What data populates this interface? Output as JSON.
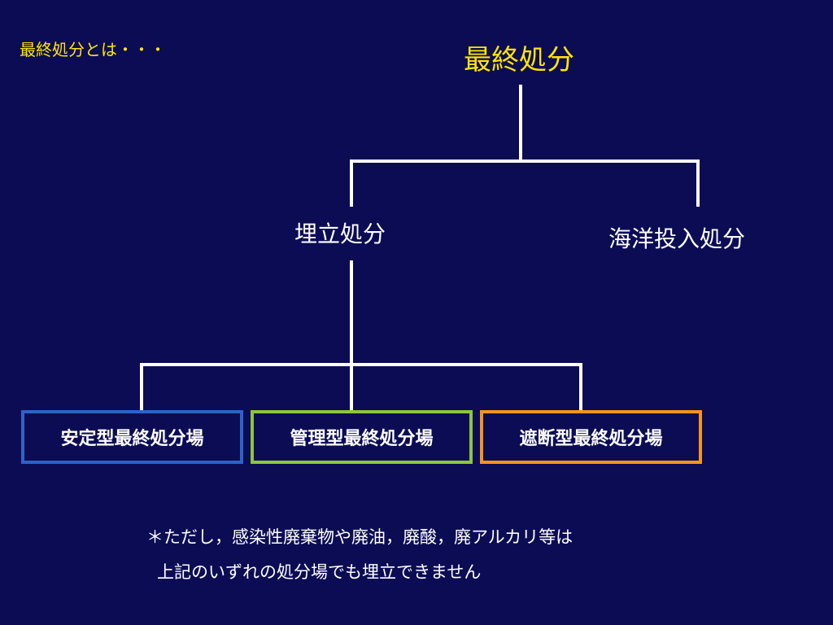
{
  "corner_label": "最終処分とは・・・",
  "root": {
    "label": "最終処分"
  },
  "branches": [
    {
      "label": "埋立処分"
    },
    {
      "label": "海洋投入処分"
    }
  ],
  "landfill_types": [
    {
      "label": "安定型最終処分場",
      "border_color": "#2e62c8"
    },
    {
      "label": "管理型最終処分場",
      "border_color": "#8cc63f"
    },
    {
      "label": "遮断型最終処分場",
      "border_color": "#f7941d"
    }
  ],
  "note": {
    "line1": "＊ただし，感染性廃棄物や廃油，廃酸，廃アルカリ等は",
    "line2": "上記のいずれの処分場でも埋立できません"
  }
}
